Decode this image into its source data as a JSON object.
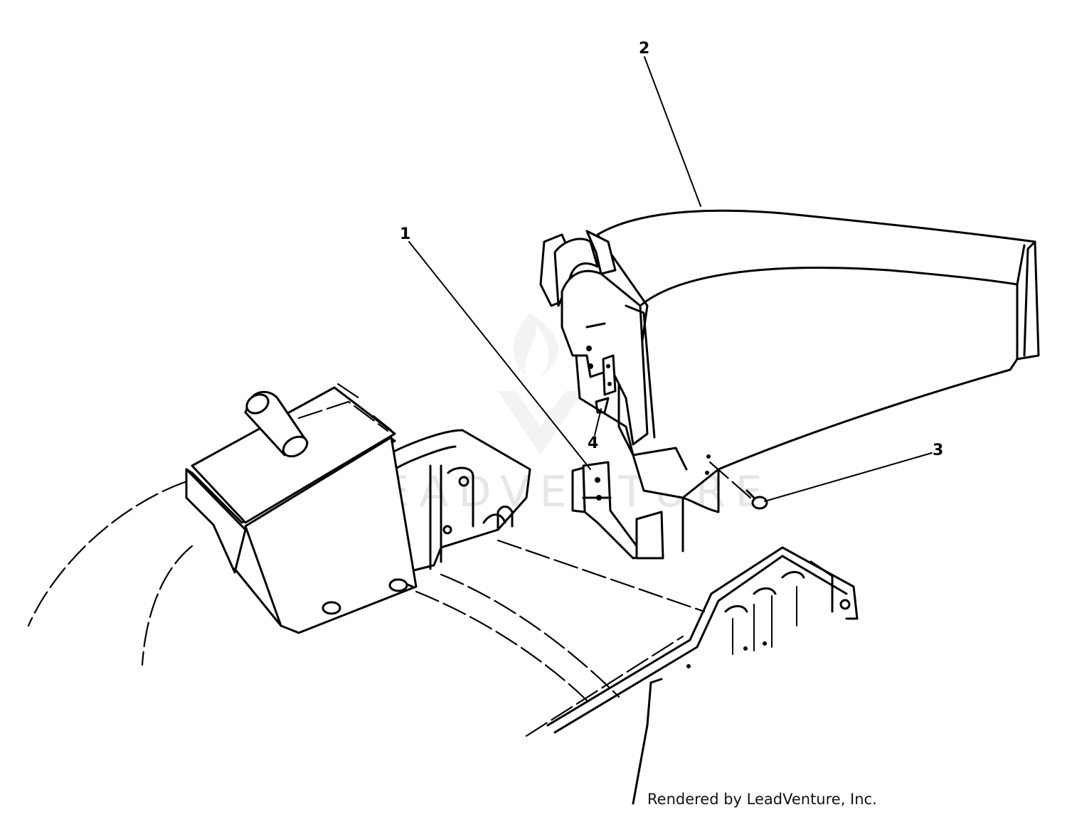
{
  "callouts": [
    {
      "id": "1",
      "label": "1"
    },
    {
      "id": "2",
      "label": "2"
    },
    {
      "id": "3",
      "label": "3"
    },
    {
      "id": "4",
      "label": "4"
    }
  ],
  "watermark": {
    "text": "LEADVENTURE"
  },
  "footer": {
    "credit": "Rendered by LeadVenture, Inc."
  }
}
